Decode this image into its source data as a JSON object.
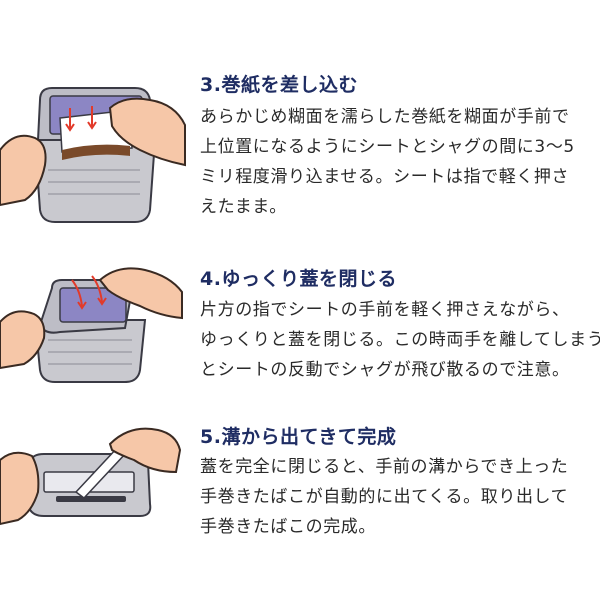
{
  "colors": {
    "heading": "#1f2d63",
    "text": "#2a2a2a",
    "skin": "#f6c7a8",
    "skin_outline": "#3a2a22",
    "sheet": "#8c86c4",
    "box": "#c9c9cf",
    "arrow": "#e23a2a"
  },
  "steps": [
    {
      "heading": "3.巻紙を差し込む",
      "lines": [
        "あらかじめ糊面を濡らした巻紙を糊面が手前で",
        "上位置になるようにシートとシャグの間に3～5",
        "ミリ程度滑り込ませる。シートは指で軽く押さ",
        "えたまま。"
      ],
      "illustration": "hands-inserting-paper-illustration"
    },
    {
      "heading": "4.ゆっくり蓋を閉じる",
      "lines": [
        "片方の指でシートの手前を軽く押さえながら、",
        "ゆっくりと蓋を閉じる。この時両手を離してしまう",
        "とシートの反動でシャグが飛び散るので注意。"
      ],
      "illustration": "hands-closing-lid-illustration"
    },
    {
      "heading": "5.溝から出てきて完成",
      "lines": [
        "蓋を完全に閉じると、手前の溝からでき上った",
        "手巻きたばこが自動的に出てくる。取り出して",
        "手巻きたばこの完成。"
      ],
      "illustration": "hands-removing-cigarette-illustration"
    }
  ]
}
